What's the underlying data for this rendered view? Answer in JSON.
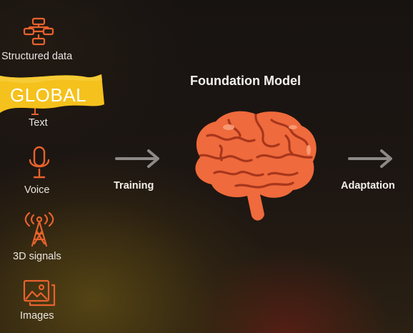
{
  "title": "Foundation Model",
  "banner": {
    "text": "GLOBAL",
    "color": "#f5c11c"
  },
  "inputs": [
    {
      "label": "Structured data",
      "icon": "flowchart-icon"
    },
    {
      "label": "Text",
      "icon": "text-icon"
    },
    {
      "label": "Voice",
      "icon": "microphone-icon"
    },
    {
      "label": "3D signals",
      "icon": "signal-tower-icon"
    },
    {
      "label": "Images",
      "icon": "images-icon"
    }
  ],
  "stages": {
    "training": "Training",
    "adaptation": "Adaptation"
  },
  "model_icon": "brain-icon",
  "colors": {
    "accent": "#e8622c",
    "brain": "#ef6a3c",
    "arrow": "#8d8986",
    "text": "#e9e4df"
  }
}
